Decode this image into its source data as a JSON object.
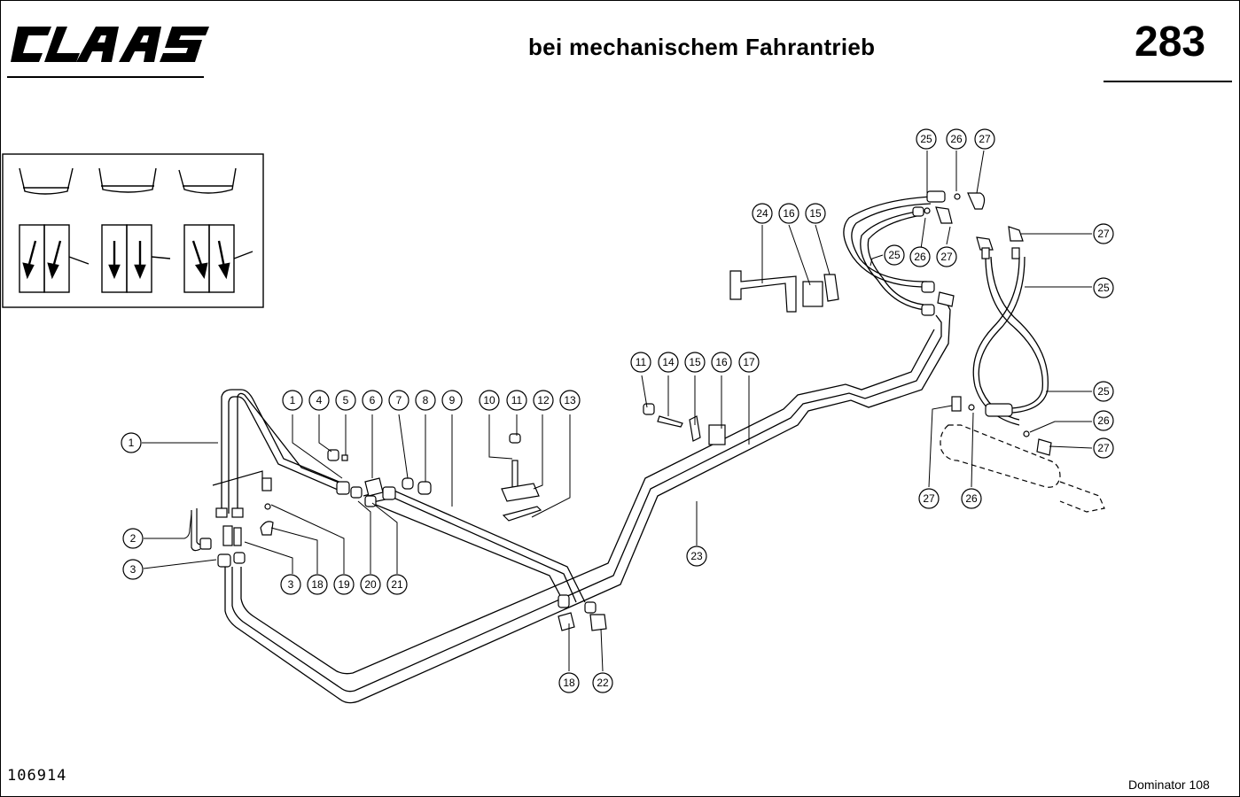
{
  "header": {
    "brand": "CLAAS",
    "title": "bei mechanischem Fahrantrieb",
    "page_number": "283"
  },
  "footer": {
    "drawing_number": "106914",
    "model": "Dominator 108"
  },
  "callouts": [
    {
      "id": "c-1a",
      "label": "1"
    },
    {
      "id": "c-2",
      "label": "2"
    },
    {
      "id": "c-3a",
      "label": "3"
    },
    {
      "id": "c-1b",
      "label": "1"
    },
    {
      "id": "c-4",
      "label": "4"
    },
    {
      "id": "c-5",
      "label": "5"
    },
    {
      "id": "c-6",
      "label": "6"
    },
    {
      "id": "c-7",
      "label": "7"
    },
    {
      "id": "c-8",
      "label": "8"
    },
    {
      "id": "c-9",
      "label": "9"
    },
    {
      "id": "c-10",
      "label": "10"
    },
    {
      "id": "c-11a",
      "label": "11"
    },
    {
      "id": "c-12",
      "label": "12"
    },
    {
      "id": "c-13",
      "label": "13"
    },
    {
      "id": "c-3b",
      "label": "3"
    },
    {
      "id": "c-18a",
      "label": "18"
    },
    {
      "id": "c-19",
      "label": "19"
    },
    {
      "id": "c-20",
      "label": "20"
    },
    {
      "id": "c-21",
      "label": "21"
    },
    {
      "id": "c-18b",
      "label": "18"
    },
    {
      "id": "c-22",
      "label": "22"
    },
    {
      "id": "c-23",
      "label": "23"
    },
    {
      "id": "c-11b",
      "label": "11"
    },
    {
      "id": "c-14",
      "label": "14"
    },
    {
      "id": "c-15a",
      "label": "15"
    },
    {
      "id": "c-16a",
      "label": "16"
    },
    {
      "id": "c-17",
      "label": "17"
    },
    {
      "id": "c-24",
      "label": "24"
    },
    {
      "id": "c-16b",
      "label": "16"
    },
    {
      "id": "c-15b",
      "label": "15"
    },
    {
      "id": "c-25a",
      "label": "25"
    },
    {
      "id": "c-26a",
      "label": "26"
    },
    {
      "id": "c-27a",
      "label": "27"
    },
    {
      "id": "c-25b",
      "label": "25"
    },
    {
      "id": "c-26b",
      "label": "26"
    },
    {
      "id": "c-27b",
      "label": "27"
    },
    {
      "id": "c-27c",
      "label": "27"
    },
    {
      "id": "c-25c",
      "label": "25"
    },
    {
      "id": "c-25d",
      "label": "25"
    },
    {
      "id": "c-26c",
      "label": "26"
    },
    {
      "id": "c-27d",
      "label": "27"
    },
    {
      "id": "c-27e",
      "label": "27"
    },
    {
      "id": "c-26d",
      "label": "26"
    }
  ]
}
